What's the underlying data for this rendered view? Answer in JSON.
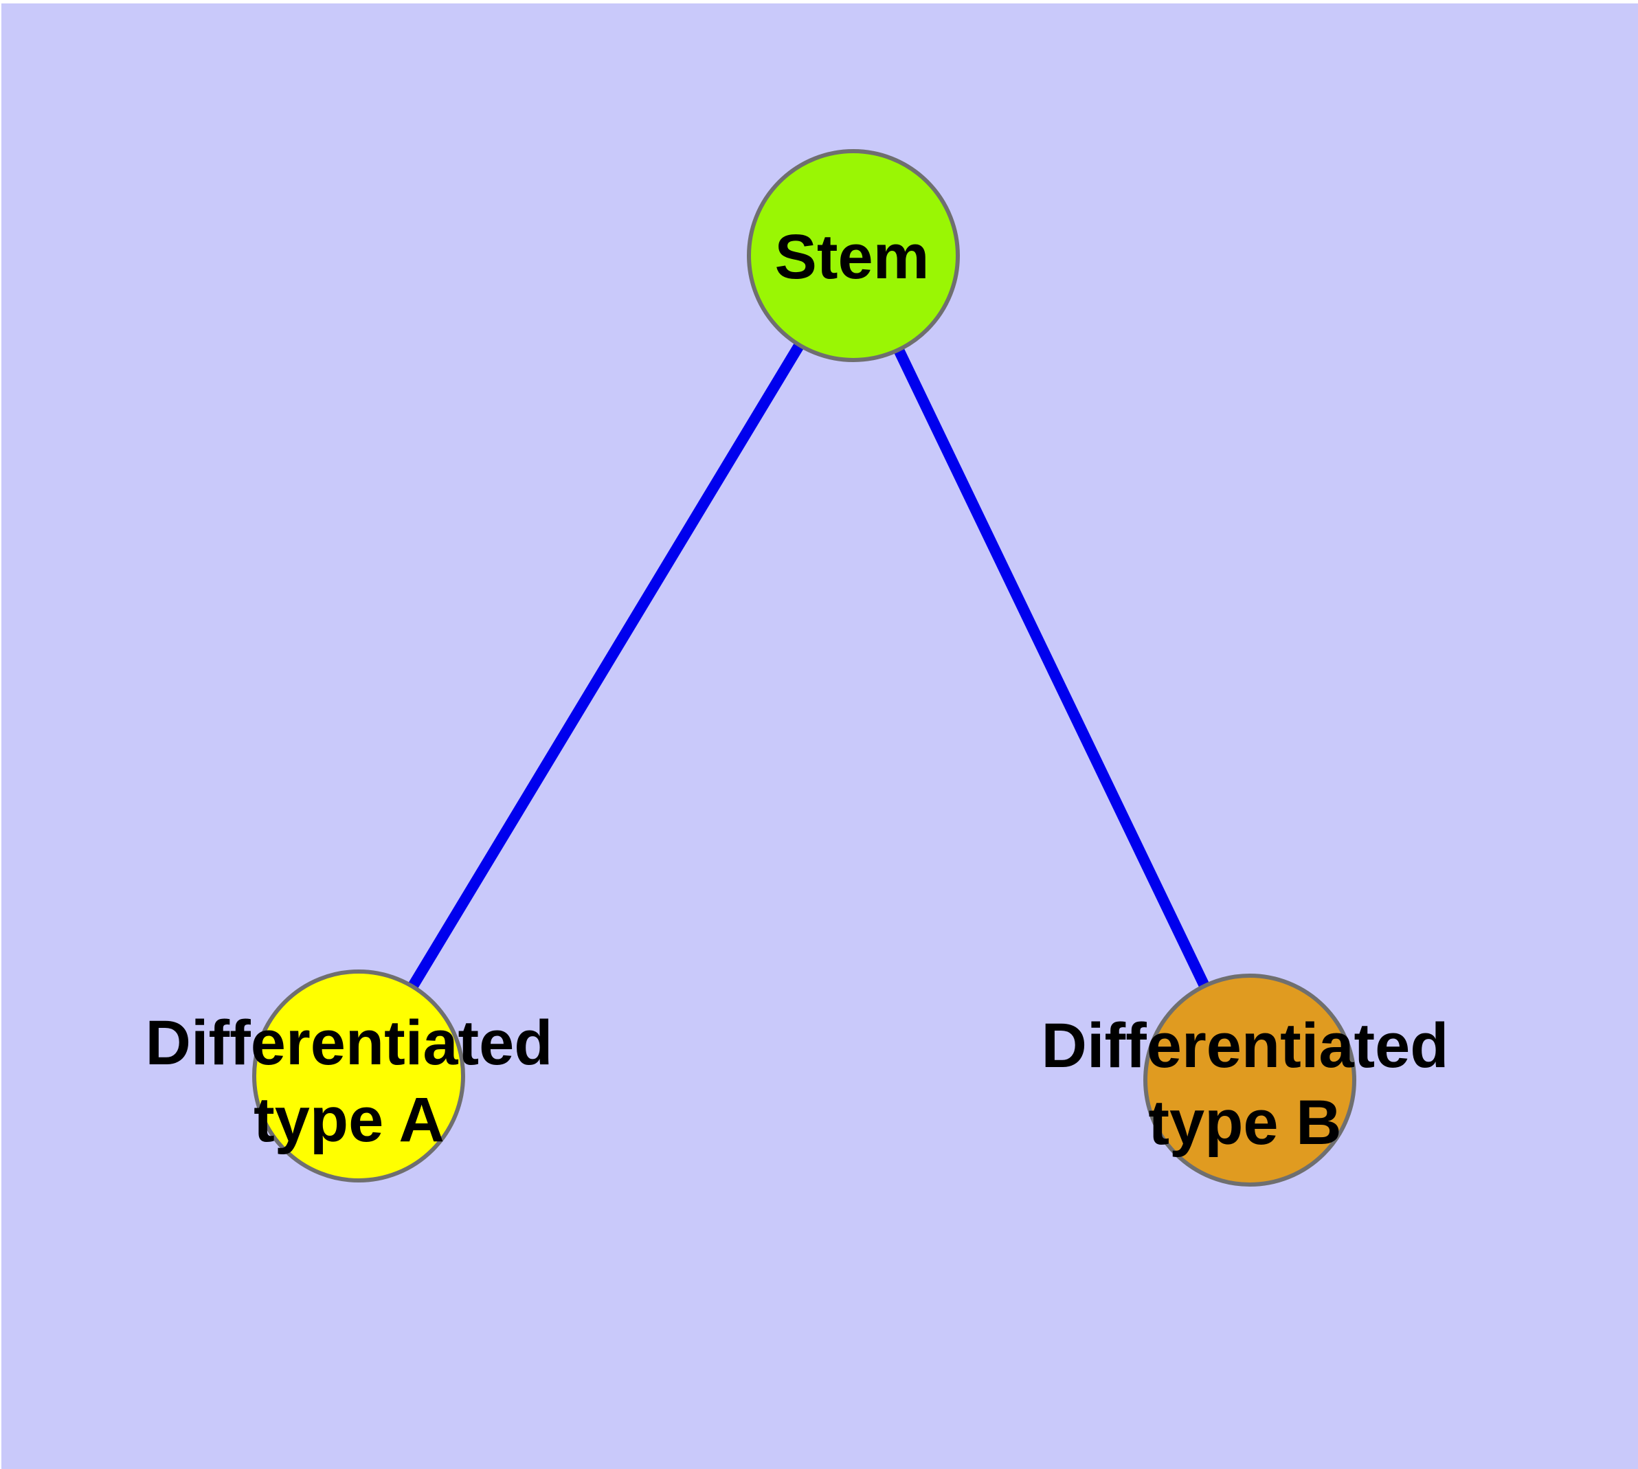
{
  "diagram": {
    "frame_color": "#ffffff",
    "background_color": "#c9c9fa",
    "edge_color": "#0000ee",
    "node_border_color": "#6f6f6f",
    "label_color": "#000000",
    "nodes": [
      {
        "id": "stem",
        "label": "Stem",
        "fill_color": "#9af604"
      },
      {
        "id": "differentiated-type-a",
        "label_line1": "Differentiated",
        "label_line2": "type A",
        "fill_color": "#ffff00"
      },
      {
        "id": "differentiated-type-b",
        "label_line1": "Differentiated",
        "label_line2": "type B",
        "fill_color": "#e09b20"
      }
    ],
    "edges": [
      {
        "from": "Stem",
        "to": "Differentiated type A"
      },
      {
        "from": "Stem",
        "to": "Differentiated type B"
      }
    ]
  }
}
